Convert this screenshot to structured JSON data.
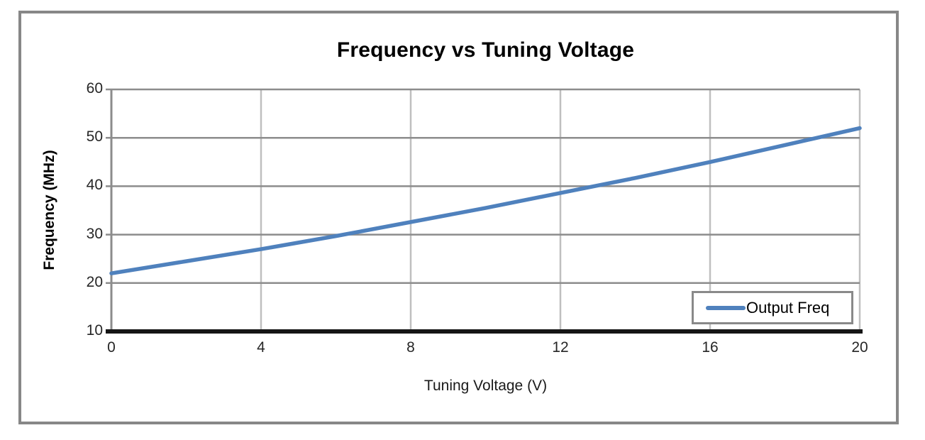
{
  "chart": {
    "title": "Frequency vs Tuning Voltage",
    "x_axis_title": "Tuning Voltage (V)",
    "y_axis_title": "Frequency (MHz)",
    "legend_label": "Output Freq"
  },
  "chart_data": {
    "type": "line",
    "title": "Frequency vs Tuning Voltage",
    "xlabel": "Tuning Voltage (V)",
    "ylabel": "Frequency (MHz)",
    "xlim": [
      0,
      20
    ],
    "ylim": [
      10,
      60
    ],
    "xticks": [
      0,
      4,
      8,
      12,
      16,
      20
    ],
    "yticks": [
      10,
      20,
      30,
      40,
      50,
      60
    ],
    "grid": true,
    "legend_position": "inside-bottom-right",
    "series": [
      {
        "name": "Output Freq",
        "color": "#4F81BD",
        "x": [
          0,
          2,
          4,
          6,
          8,
          10,
          12,
          14,
          16,
          18,
          20
        ],
        "y": [
          22.0,
          24.5,
          27.0,
          29.7,
          32.6,
          35.5,
          38.6,
          41.7,
          45.0,
          48.5,
          52.0
        ]
      }
    ]
  },
  "colors": {
    "series": "#4F81BD",
    "vertical_gridline": "#BFBFBF",
    "horizontal_gridline": "#8C8C8C",
    "y_axis": "#8C8C8C",
    "x_axis": "#151515",
    "frame_border": "#878787",
    "legend_border": "#898989"
  }
}
